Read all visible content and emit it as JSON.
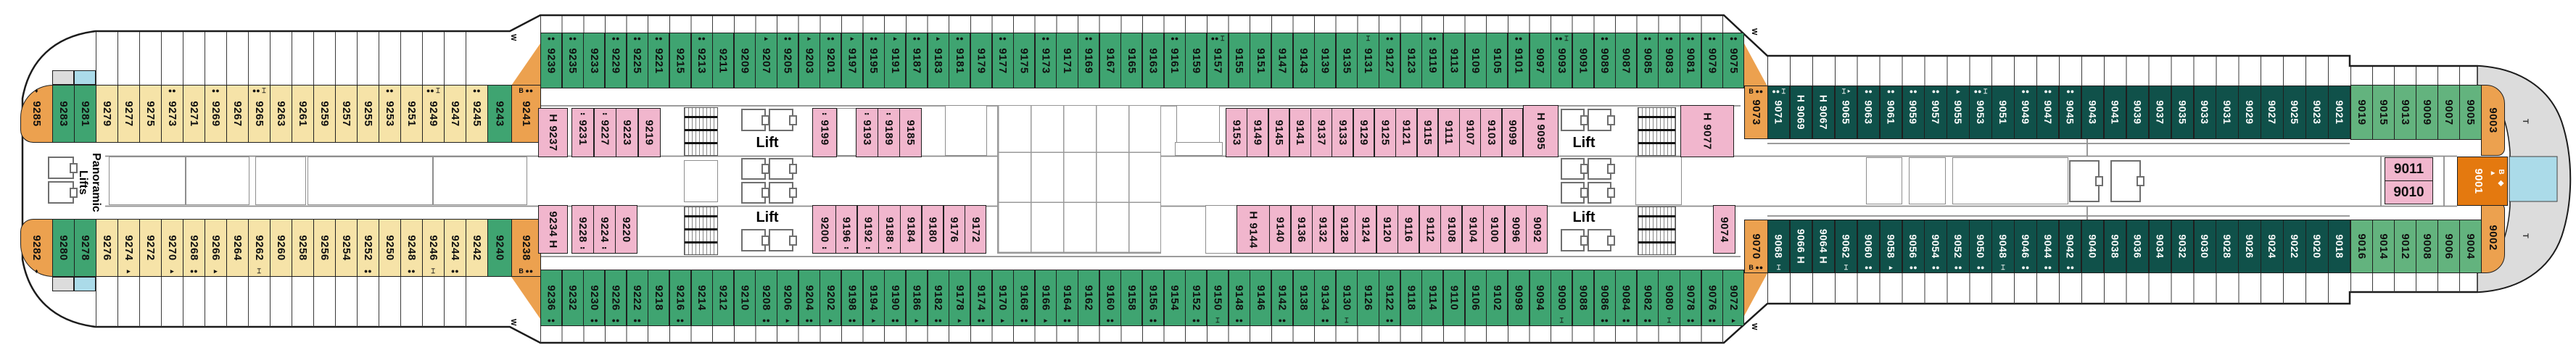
{
  "deck_plan": {
    "labels": {
      "panoramic_lifts": "Panoramic Lifts",
      "lift": "Lift",
      "w": "W",
      "t": "T"
    },
    "colors": {
      "orange": "#eca14f",
      "dark_orange": "#e4790f",
      "green": "#3fa471",
      "light_green": "#63b37e",
      "cream": "#f6e3a8",
      "pink": "#f1b6cd",
      "teal": "#10514a",
      "gray": "#dcdcdc",
      "cyan": "#abdbe9"
    },
    "cabins": {
      "top_suite": [
        {
          "n": "9285",
          "sym": "♦"
        }
      ],
      "top_stern_green": [
        {
          "n": "9283"
        },
        {
          "n": "9281"
        }
      ],
      "top_stern_cream": [
        {
          "n": "9279"
        },
        {
          "n": "9277"
        },
        {
          "n": "9275"
        },
        {
          "n": "9273",
          "sym": "●●"
        },
        {
          "n": "9271"
        },
        {
          "n": "9269",
          "sym": "●●"
        },
        {
          "n": "9267"
        },
        {
          "n": "9265",
          "sym": "●● ⌶"
        },
        {
          "n": "9263"
        },
        {
          "n": "9261"
        },
        {
          "n": "9259"
        },
        {
          "n": "9257"
        },
        {
          "n": "9255"
        },
        {
          "n": "9253",
          "sym": "●●"
        },
        {
          "n": "9251"
        },
        {
          "n": "9249",
          "sym": "●● ⌶"
        },
        {
          "n": "9247"
        },
        {
          "n": "9245",
          "sym": "●●"
        }
      ],
      "top_9243": [
        {
          "n": "9243"
        }
      ],
      "top_9241": [
        {
          "n": "9241",
          "sym": "B ●●"
        }
      ],
      "top_green": [
        {
          "n": "9239",
          "sym": "●●"
        },
        {
          "n": "9235",
          "sym": "●●"
        },
        {
          "n": "9233"
        },
        {
          "n": "9229",
          "sym": "●●"
        },
        {
          "n": "9225",
          "sym": "●●"
        },
        {
          "n": "9221",
          "sym": "●●"
        },
        {
          "n": "9215"
        },
        {
          "n": "9213",
          "sym": "●●"
        },
        {
          "n": "9211"
        },
        {
          "n": "9209"
        },
        {
          "n": "9207",
          "sym": "▸"
        },
        {
          "n": "9205",
          "sym": "●●"
        },
        {
          "n": "9203",
          "sym": "▸"
        },
        {
          "n": "9201",
          "sym": "●●"
        },
        {
          "n": "9197",
          "sym": "▸"
        },
        {
          "n": "9195",
          "sym": "●●"
        },
        {
          "n": "9191",
          "sym": "▸"
        },
        {
          "n": "9187",
          "sym": "●●"
        },
        {
          "n": "9183",
          "sym": "▸"
        },
        {
          "n": "9181",
          "sym": "●●"
        },
        {
          "n": "9179"
        },
        {
          "n": "9177",
          "sym": "●●"
        },
        {
          "n": "9175"
        },
        {
          "n": "9173",
          "sym": "●●"
        },
        {
          "n": "9171"
        },
        {
          "n": "9169",
          "sym": "●●"
        },
        {
          "n": "9167"
        },
        {
          "n": "9165"
        },
        {
          "n": "9163"
        },
        {
          "n": "9161",
          "sym": "●●"
        },
        {
          "n": "9159"
        },
        {
          "n": "9157",
          "sym": "●● ⌶"
        },
        {
          "n": "9155"
        },
        {
          "n": "9151"
        },
        {
          "n": "9147"
        },
        {
          "n": "9143"
        },
        {
          "n": "9139"
        },
        {
          "n": "9135"
        },
        {
          "n": "9131",
          "sym": "⌶"
        },
        {
          "n": "9127",
          "sym": "●●"
        },
        {
          "n": "9123"
        },
        {
          "n": "9119",
          "sym": "●●"
        },
        {
          "n": "9113"
        },
        {
          "n": "9109"
        },
        {
          "n": "9105"
        },
        {
          "n": "9101",
          "sym": "●●"
        },
        {
          "n": "9097"
        },
        {
          "n": "9093",
          "sym": "●● ⌶"
        },
        {
          "n": "9091"
        },
        {
          "n": "9089",
          "sym": "●●"
        },
        {
          "n": "9087"
        },
        {
          "n": "9085",
          "sym": "●●"
        },
        {
          "n": "9083",
          "sym": "●●"
        },
        {
          "n": "9081",
          "sym": "●●"
        },
        {
          "n": "9079",
          "sym": "●●"
        },
        {
          "n": "9075",
          "sym": "●●"
        }
      ],
      "top_9073": [
        {
          "n": "9073",
          "sym": "B ●●"
        }
      ],
      "top_teal": [
        {
          "n": "9071",
          "sym": "●● ⌶"
        },
        {
          "n": "9069",
          "h": "pre"
        },
        {
          "n": "9067",
          "h": "pre"
        },
        {
          "n": "9065",
          "sym": "⌶ ▸"
        },
        {
          "n": "9063",
          "sym": "●●"
        },
        {
          "n": "9061",
          "sym": "●●"
        },
        {
          "n": "9059",
          "sym": "●●"
        },
        {
          "n": "9057",
          "sym": "●●"
        },
        {
          "n": "9055",
          "sym": "▸"
        },
        {
          "n": "9053",
          "sym": "●● ⌶"
        },
        {
          "n": "9051"
        },
        {
          "n": "9049",
          "sym": "●●"
        },
        {
          "n": "9047",
          "sym": "●●"
        },
        {
          "n": "9045",
          "sym": "●●"
        },
        {
          "n": "9043"
        },
        {
          "n": "9041"
        },
        {
          "n": "9039"
        },
        {
          "n": "9037"
        },
        {
          "n": "9035"
        },
        {
          "n": "9033"
        },
        {
          "n": "9031"
        },
        {
          "n": "9029"
        },
        {
          "n": "9027"
        },
        {
          "n": "9025"
        },
        {
          "n": "9023"
        },
        {
          "n": "9021"
        }
      ],
      "top_bow_green": [
        {
          "n": "9019"
        },
        {
          "n": "9015"
        },
        {
          "n": "9013"
        },
        {
          "n": "9009"
        },
        {
          "n": "9007"
        },
        {
          "n": "9005"
        }
      ],
      "top_9003": [
        {
          "n": "9003"
        }
      ],
      "bot_suite": [
        {
          "n": "9282",
          "sym": "♦"
        }
      ],
      "bot_stern_green": [
        {
          "n": "9280"
        },
        {
          "n": "9278"
        }
      ],
      "bot_stern_cream": [
        {
          "n": "9276"
        },
        {
          "n": "9274",
          "sym": "▸"
        },
        {
          "n": "9272"
        },
        {
          "n": "9270",
          "sym": "▸"
        },
        {
          "n": "9268",
          "sym": "●●"
        },
        {
          "n": "9266",
          "sym": "▸"
        },
        {
          "n": "9264"
        },
        {
          "n": "9262",
          "sym": "⌶"
        },
        {
          "n": "9260"
        },
        {
          "n": "9258"
        },
        {
          "n": "9256"
        },
        {
          "n": "9254"
        },
        {
          "n": "9252",
          "sym": "●●"
        },
        {
          "n": "9250"
        },
        {
          "n": "9248",
          "sym": "●●"
        },
        {
          "n": "9246",
          "sym": "⌶"
        },
        {
          "n": "9244",
          "sym": "●●"
        },
        {
          "n": "9242"
        }
      ],
      "bot_9240": [
        {
          "n": "9240"
        }
      ],
      "bot_9238": [
        {
          "n": "9238",
          "sym": "B ●●"
        }
      ],
      "bot_green": [
        {
          "n": "9236",
          "sym": "●●"
        },
        {
          "n": "9232"
        },
        {
          "n": "9230",
          "sym": "●●"
        },
        {
          "n": "9226",
          "sym": "●●"
        },
        {
          "n": "9222",
          "sym": "●●"
        },
        {
          "n": "9218"
        },
        {
          "n": "9216",
          "sym": "●●"
        },
        {
          "n": "9214"
        },
        {
          "n": "9212"
        },
        {
          "n": "9210"
        },
        {
          "n": "9208",
          "sym": "●●"
        },
        {
          "n": "9206",
          "sym": "▸"
        },
        {
          "n": "9204",
          "sym": "●●"
        },
        {
          "n": "9202",
          "sym": "▸"
        },
        {
          "n": "9198",
          "sym": "●●"
        },
        {
          "n": "9194",
          "sym": "▸"
        },
        {
          "n": "9190",
          "sym": "●●"
        },
        {
          "n": "9186",
          "sym": "▸"
        },
        {
          "n": "9182",
          "sym": "●●"
        },
        {
          "n": "9178",
          "sym": "▸"
        },
        {
          "n": "9174",
          "sym": "●●"
        },
        {
          "n": "9170",
          "sym": "▸"
        },
        {
          "n": "9168",
          "sym": "●●"
        },
        {
          "n": "9166",
          "sym": "▸"
        },
        {
          "n": "9164",
          "sym": "●●"
        },
        {
          "n": "9162"
        },
        {
          "n": "9160",
          "sym": "●●"
        },
        {
          "n": "9158"
        },
        {
          "n": "9156",
          "sym": "●●"
        },
        {
          "n": "9154"
        },
        {
          "n": "9152",
          "sym": "●●"
        },
        {
          "n": "9150",
          "sym": "⌶"
        },
        {
          "n": "9148",
          "sym": "●●"
        },
        {
          "n": "9146"
        },
        {
          "n": "9142",
          "sym": "●●"
        },
        {
          "n": "9138"
        },
        {
          "n": "9134",
          "sym": "●●"
        },
        {
          "n": "9130",
          "sym": "⌶"
        },
        {
          "n": "9126"
        },
        {
          "n": "9122",
          "sym": "●●"
        },
        {
          "n": "9118"
        },
        {
          "n": "9114"
        },
        {
          "n": "9110"
        },
        {
          "n": "9106"
        },
        {
          "n": "9102"
        },
        {
          "n": "9098"
        },
        {
          "n": "9094"
        },
        {
          "n": "9090",
          "sym": "⌶"
        },
        {
          "n": "9088"
        },
        {
          "n": "9086",
          "sym": "●●"
        },
        {
          "n": "9084",
          "sym": "●●"
        },
        {
          "n": "9082",
          "sym": "●●"
        },
        {
          "n": "9080",
          "sym": "⌶"
        },
        {
          "n": "9078",
          "sym": "●●"
        },
        {
          "n": "9076",
          "sym": "●●"
        },
        {
          "n": "9072",
          "sym": "▸"
        }
      ],
      "bot_9070": [
        {
          "n": "9070",
          "sym": "B ●●"
        }
      ],
      "bot_teal": [
        {
          "n": "9068",
          "sym": "⌶"
        },
        {
          "n": "9066",
          "h": "post"
        },
        {
          "n": "9064",
          "h": "post"
        },
        {
          "n": "9062",
          "sym": "⌶"
        },
        {
          "n": "9060",
          "sym": "●●"
        },
        {
          "n": "9058",
          "sym": "▸"
        },
        {
          "n": "9056",
          "sym": "●●"
        },
        {
          "n": "9054",
          "sym": "●●"
        },
        {
          "n": "9052",
          "sym": "●●"
        },
        {
          "n": "9050",
          "sym": "●●"
        },
        {
          "n": "9048",
          "sym": "⌶"
        },
        {
          "n": "9046",
          "sym": "●●"
        },
        {
          "n": "9044",
          "sym": "●●"
        },
        {
          "n": "9042",
          "sym": "●●"
        },
        {
          "n": "9040"
        },
        {
          "n": "9038"
        },
        {
          "n": "9036"
        },
        {
          "n": "9034"
        },
        {
          "n": "9032"
        },
        {
          "n": "9030"
        },
        {
          "n": "9028"
        },
        {
          "n": "9026"
        },
        {
          "n": "9024"
        },
        {
          "n": "9022"
        },
        {
          "n": "9020"
        },
        {
          "n": "9018"
        }
      ],
      "bot_bow_green": [
        {
          "n": "9016"
        },
        {
          "n": "9014"
        },
        {
          "n": "9012"
        },
        {
          "n": "9008"
        },
        {
          "n": "9006"
        },
        {
          "n": "9004"
        }
      ],
      "bot_9002": [
        {
          "n": "9002"
        }
      ],
      "in_t_9237": [
        {
          "n": "9237",
          "h": "pre"
        }
      ],
      "in_t_a": [
        {
          "n": "9231",
          "sym": "▪▪"
        },
        {
          "n": "9227",
          "sym": "▪▪"
        },
        {
          "n": "9223"
        },
        {
          "n": "9219"
        }
      ],
      "in_t_9199": [
        {
          "n": "9199",
          "sym": "▪▪"
        }
      ],
      "in_t_b": [
        {
          "n": "9193",
          "sym": "▪▪"
        },
        {
          "n": "9189",
          "sym": "▪▪"
        },
        {
          "n": "9185"
        }
      ],
      "in_t_c": [
        {
          "n": "9153"
        },
        {
          "n": "9149"
        },
        {
          "n": "9145"
        },
        {
          "n": "9141"
        },
        {
          "n": "9137"
        },
        {
          "n": "9133"
        },
        {
          "n": "9129"
        },
        {
          "n": "9125"
        },
        {
          "n": "9121"
        },
        {
          "n": "9115"
        },
        {
          "n": "9111"
        },
        {
          "n": "9107"
        },
        {
          "n": "9103"
        },
        {
          "n": "9099"
        }
      ],
      "in_t_9095": [
        {
          "n": "9095",
          "h": "pre"
        }
      ],
      "in_t_9077": [
        {
          "n": "9077",
          "h": "pre"
        }
      ],
      "in_b_9234": [
        {
          "n": "9234",
          "h": "post"
        }
      ],
      "in_b_a": [
        {
          "n": "9228",
          "sym": "▪▪"
        },
        {
          "n": "9224",
          "sym": "▪▪"
        },
        {
          "n": "9220"
        }
      ],
      "in_b_9200": [
        {
          "n": "9200",
          "sym": "▪▪"
        }
      ],
      "in_b_b": [
        {
          "n": "9196",
          "sym": "▪▪"
        },
        {
          "n": "9192",
          "sym": "▪▪"
        },
        {
          "n": "9188",
          "sym": "▪▪"
        },
        {
          "n": "9184"
        },
        {
          "n": "9180"
        },
        {
          "n": "9176"
        },
        {
          "n": "9172"
        }
      ],
      "in_b_9144": [
        {
          "n": "9144",
          "h": "pre"
        }
      ],
      "in_b_c": [
        {
          "n": "9140"
        },
        {
          "n": "9136"
        },
        {
          "n": "9132"
        },
        {
          "n": "9128"
        },
        {
          "n": "9124"
        },
        {
          "n": "9120"
        },
        {
          "n": "9116"
        },
        {
          "n": "9112"
        },
        {
          "n": "9108"
        },
        {
          "n": "9104"
        },
        {
          "n": "9100"
        },
        {
          "n": "9096"
        },
        {
          "n": "9092"
        }
      ],
      "in_b_9074": [
        {
          "n": "9074"
        }
      ],
      "bow_9011": [
        {
          "n": "9011"
        }
      ],
      "bow_9010": [
        {
          "n": "9010"
        }
      ],
      "bow_9001": [
        {
          "n": "9001",
          "sym": "B ◆ ▸"
        }
      ]
    }
  }
}
